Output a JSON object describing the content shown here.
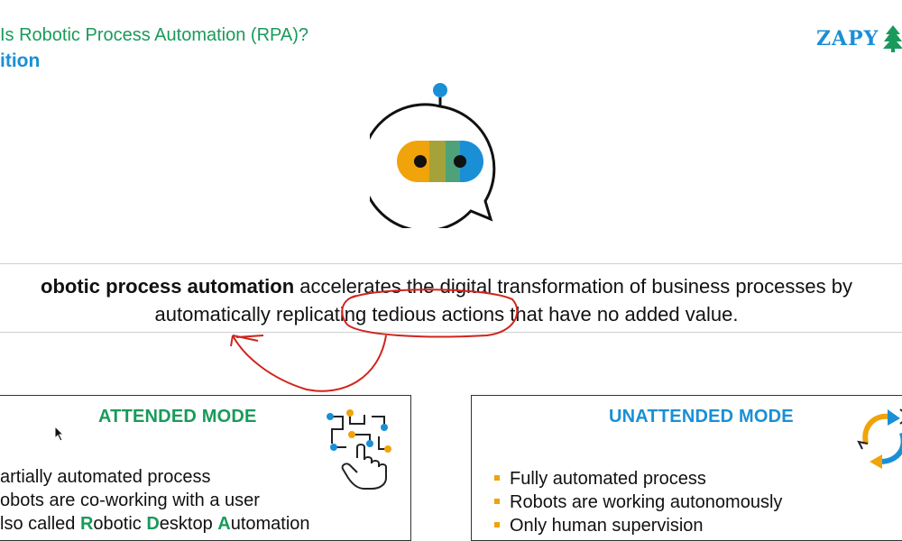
{
  "header": {
    "title": "Is Robotic Process Automation (RPA)?",
    "subtitle": "ition",
    "logo_text": "ZAPY"
  },
  "definition": {
    "bold": "obotic process automation",
    "rest_line1": " accelerates the digital transformation of business processes by",
    "line2_pre": "automatically replicating",
    "line2_highlight": " tedious actions ",
    "line2_post": "that have no added value."
  },
  "modes": {
    "attended": {
      "title": "ATTENDED MODE",
      "items": [
        "artially automated process",
        "obots are co-working with a user"
      ],
      "item3_pre": "lso called ",
      "item3_r": "R",
      "item3_r_rest": "obotic ",
      "item3_d": "D",
      "item3_d_rest": "esktop ",
      "item3_a": "A",
      "item3_a_rest": "utomation"
    },
    "unattended": {
      "title": "UNATTENDED MODE",
      "items": [
        "Fully automated process",
        "Robots are working autonomously",
        "Only human supervision"
      ]
    }
  },
  "colors": {
    "green": "#1a9a5a",
    "blue": "#1a8fd6",
    "orange": "#f0a30a",
    "annotation_red": "#d0241c"
  },
  "icons": [
    "robot-chat-icon",
    "circuit-hand-icon",
    "recycle-arrows-icon",
    "tree-logo-icon",
    "mouse-cursor-icon"
  ]
}
